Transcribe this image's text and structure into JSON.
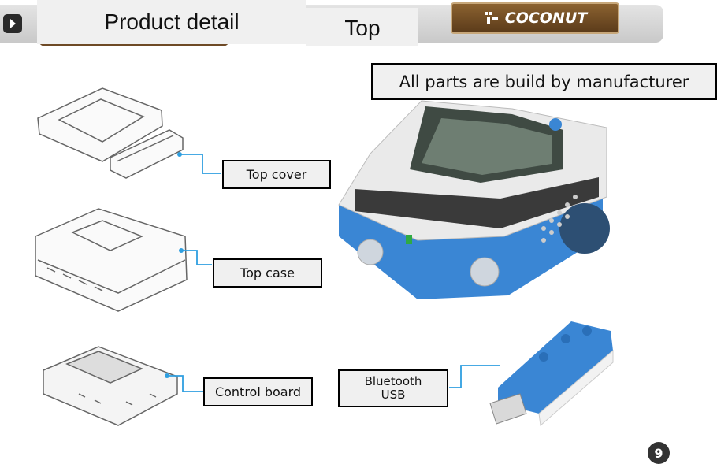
{
  "header": {
    "title": "Product detail",
    "section": "Top",
    "logo_text": "COCONUT"
  },
  "callout": "All parts are build by manufacturer",
  "parts": {
    "top_cover": "Top cover",
    "top_case": "Top case",
    "control_board": "Control board",
    "bluetooth_line1": "Bluetooth",
    "bluetooth_line2": "USB"
  },
  "page_number": "9",
  "colors": {
    "brand_brown": "#6e4a26",
    "robot_blue": "#3a86d4",
    "connector_line": "#2f9fe0"
  }
}
